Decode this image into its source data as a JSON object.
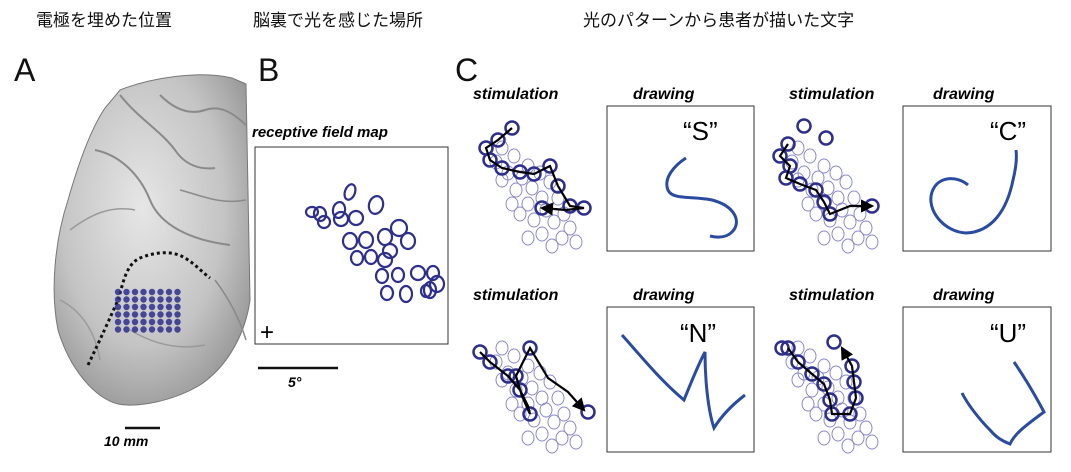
{
  "headers": {
    "a": "電極を埋めた位置",
    "b": "脳裏で光を感じた場所",
    "c": "光のパターンから患者が描いた文字"
  },
  "panels": {
    "a": "A",
    "b": "B",
    "c": "C"
  },
  "panel_a": {
    "scale_label": "10 mm"
  },
  "panel_b": {
    "title": "receptive field map",
    "fixation": "+",
    "scale_label": "5°"
  },
  "panel_c": {
    "stim_label": "stimulation",
    "draw_label": "drawing",
    "letters": [
      "“S”",
      "“C”",
      "“N”",
      "“U”"
    ]
  },
  "colors": {
    "electrode": "#2e2e8c",
    "drawing": "#2a4ba0",
    "brain": "#c9c9c9"
  }
}
